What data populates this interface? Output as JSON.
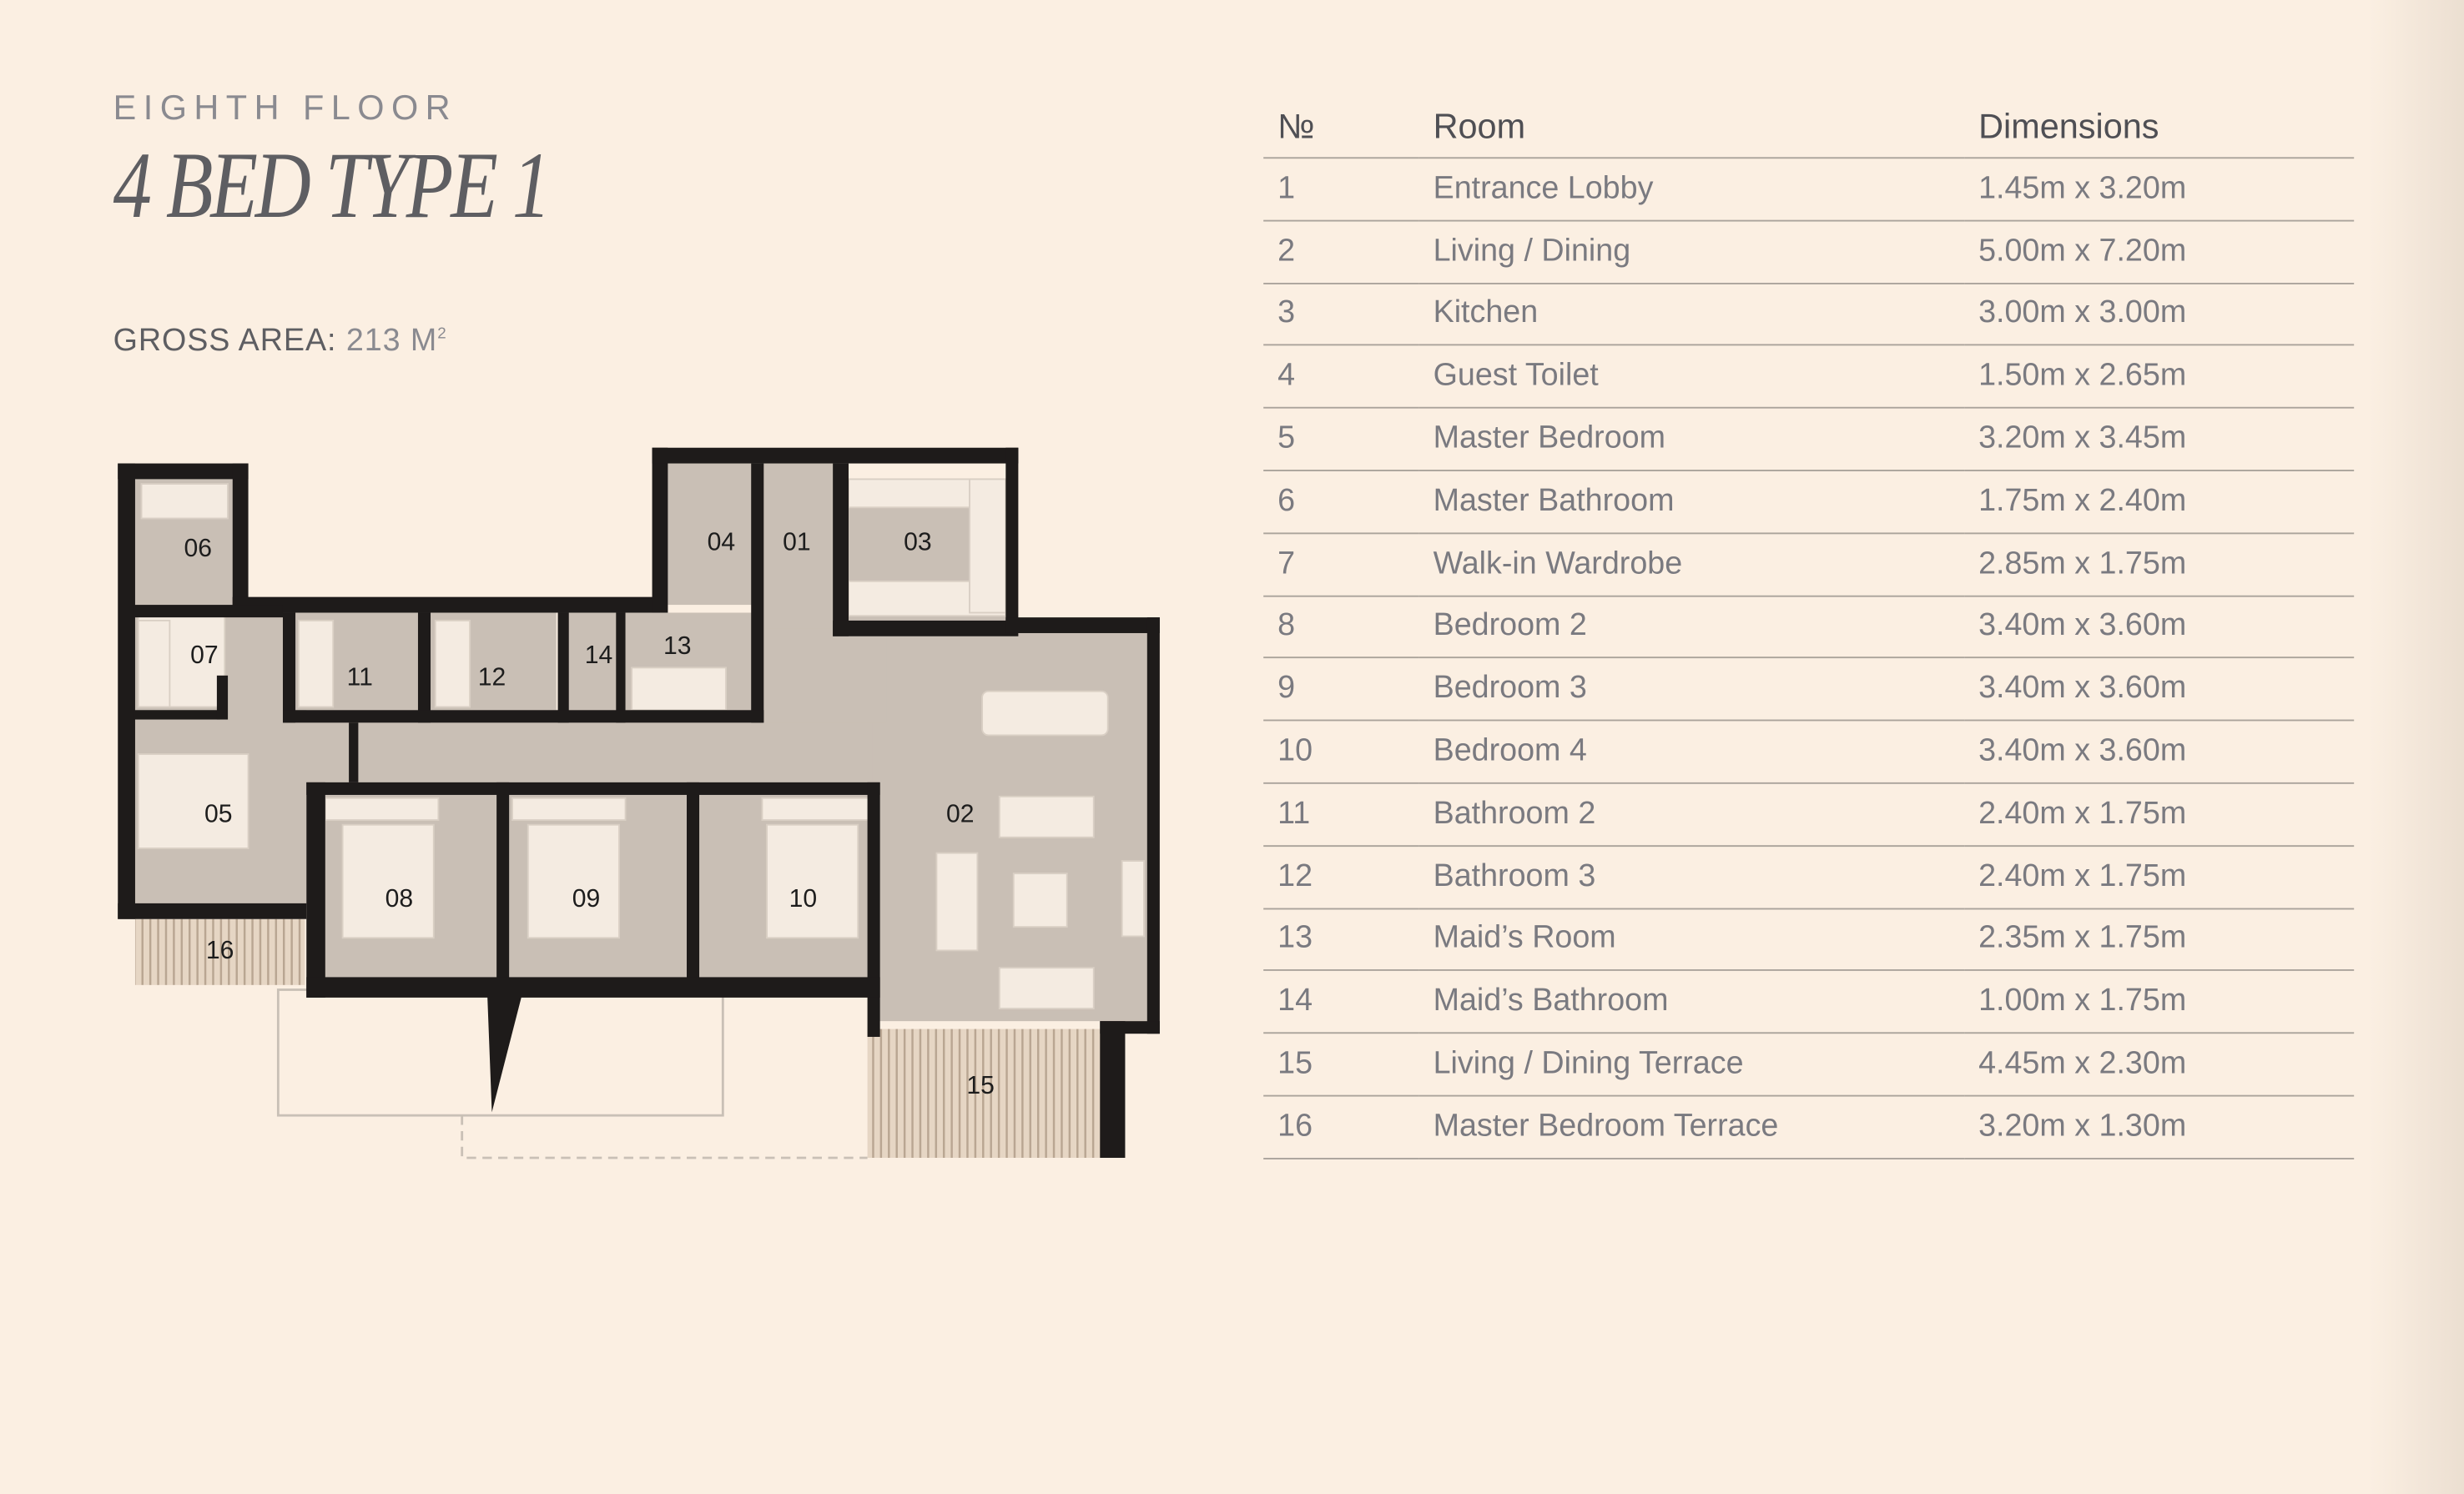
{
  "header": {
    "floor": "EIGHTH FLOOR",
    "title": "4 BED TYPE 1",
    "gross_area_label": "GROSS AREA:",
    "gross_area_value": "213 M",
    "gross_area_sup": "2"
  },
  "table": {
    "headers": [
      "№",
      "Room",
      "Dimensions"
    ],
    "rows": [
      {
        "no": "1",
        "room": "Entrance Lobby",
        "dim": "1.45m x 3.20m"
      },
      {
        "no": "2",
        "room": "Living / Dining",
        "dim": "5.00m x 7.20m"
      },
      {
        "no": "3",
        "room": "Kitchen",
        "dim": "3.00m x 3.00m"
      },
      {
        "no": "4",
        "room": "Guest Toilet",
        "dim": "1.50m x 2.65m"
      },
      {
        "no": "5",
        "room": "Master Bedroom",
        "dim": "3.20m x 3.45m"
      },
      {
        "no": "6",
        "room": "Master Bathroom",
        "dim": "1.75m x 2.40m"
      },
      {
        "no": "7",
        "room": "Walk-in Wardrobe",
        "dim": "2.85m x 1.75m"
      },
      {
        "no": "8",
        "room": "Bedroom 2",
        "dim": "3.40m x 3.60m"
      },
      {
        "no": "9",
        "room": "Bedroom 3",
        "dim": "3.40m x 3.60m"
      },
      {
        "no": "10",
        "room": "Bedroom 4",
        "dim": "3.40m x 3.60m"
      },
      {
        "no": "11",
        "room": "Bathroom 2",
        "dim": "2.40m x 1.75m"
      },
      {
        "no": "12",
        "room": "Bathroom 3",
        "dim": "2.40m x 1.75m"
      },
      {
        "no": "13",
        "room": "Maid’s Room",
        "dim": "2.35m x 1.75m"
      },
      {
        "no": "14",
        "room": "Maid’s Bathroom",
        "dim": "1.00m x 1.75m"
      },
      {
        "no": "15",
        "room": "Living / Dining Terrace",
        "dim": "4.45m x 2.30m"
      },
      {
        "no": "16",
        "room": "Master Bedroom Terrace",
        "dim": "3.20m x 1.30m"
      }
    ]
  },
  "plan_labels": [
    "01",
    "02",
    "03",
    "04",
    "05",
    "06",
    "07",
    "08",
    "09",
    "10",
    "11",
    "12",
    "13",
    "14",
    "15",
    "16"
  ],
  "colors": {
    "background": "#fbefe2",
    "floor": "#c9bfb5",
    "wall": "#1e1b1a",
    "text": "#66666a"
  }
}
